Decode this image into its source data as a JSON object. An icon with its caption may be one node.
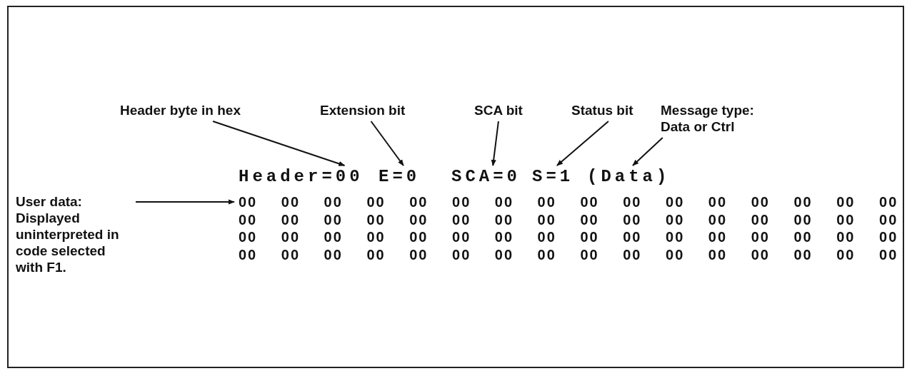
{
  "diagram": {
    "nodes": [
      {
        "text": [
          "Header byte in hex"
        ]
      },
      {
        "text": [
          "Extension bit"
        ]
      },
      {
        "text": [
          "SCA bit"
        ]
      },
      {
        "text": [
          "Status bit"
        ]
      },
      {
        "text": [
          "Message type: Data or Ctrl"
        ]
      },
      {
        "text": [
          "Header=00"
        ]
      },
      {
        "text": [
          "E=0"
        ]
      },
      {
        "text": [
          "SCA=0"
        ]
      },
      {
        "text": [
          "S=1"
        ]
      },
      {
        "text": [
          "(Data)"
        ]
      },
      {
        "text": [
          "User data: Displayed uninterpreted in code selected with F1."
        ]
      },
      {
        "text": [
          "00 00 00 00 00 00 00 00 00 00 00 00 00 00 00 00",
          "00 00 00 00 00 00 00 00 00 00 00 00 00 00 00 00",
          "00 00 00 00 00 00 00 00 00 00 00 00 00 00 00 00",
          "00 00 00 00 00 00 00 00 00 00 00 00 00 00 00 00"
        ]
      }
    ],
    "edges": [
      {
        "from": 0,
        "to": 5,
        "arrow": "to"
      },
      {
        "from": 1,
        "to": 6,
        "arrow": "to"
      },
      {
        "from": 2,
        "to": 7,
        "arrow": "to"
      },
      {
        "from": 3,
        "to": 8,
        "arrow": "to"
      },
      {
        "from": 4,
        "to": 9,
        "arrow": "to"
      },
      {
        "from": 10,
        "to": 11,
        "arrow": "to"
      }
    ]
  }
}
